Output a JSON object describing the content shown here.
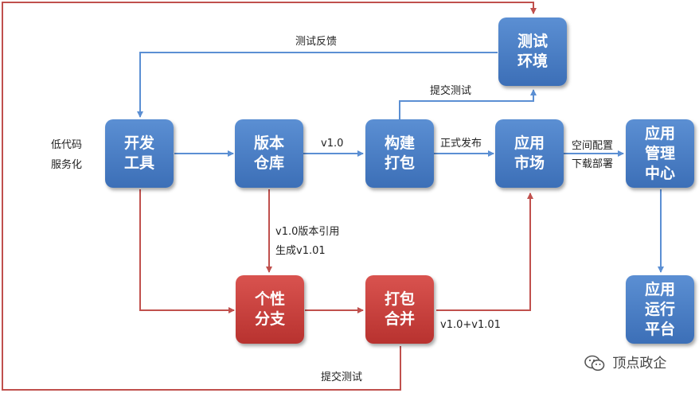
{
  "colors": {
    "blue_line": "#5b8fd3",
    "red_line": "#c0504d",
    "blue_node": "#4a7fc4",
    "red_node": "#c9403c"
  },
  "nodes": {
    "dev_tools": "开发\n工具",
    "version_repo": "版本\n仓库",
    "build_package": "构建\n打包",
    "app_market": "应用\n市场",
    "app_mgmt": "应用\n管理\n中心",
    "test_env": "测试\n环境",
    "personal_branch": "个性\n分支",
    "package_merge": "打包\n合并",
    "runtime_platform": "应用\n运行\n平台"
  },
  "labels": {
    "low_code": "低代码",
    "service": "服务化",
    "test_feedback": "测试反馈",
    "submit_test_top": "提交测试",
    "v10": "v1.0",
    "official_release": "正式发布",
    "space_config": "空间配置",
    "download_deploy": "下载部署",
    "version_ref": "v1.0版本引用",
    "generate": "生成v1.01",
    "merge_version": "v1.0+v1.01",
    "submit_test_bottom": "提交测试"
  },
  "watermark": {
    "icon": "wechat-icon",
    "text": "顶点政企"
  }
}
